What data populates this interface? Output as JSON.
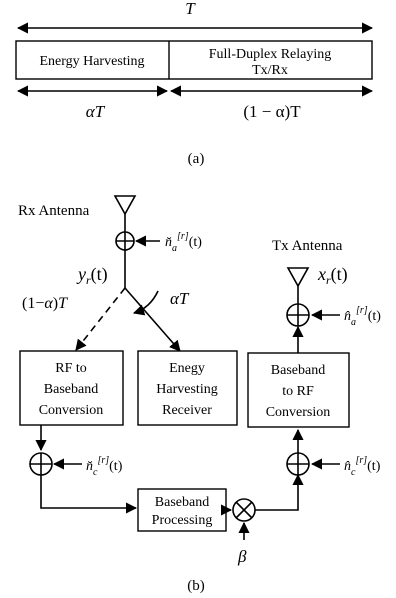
{
  "part_a": {
    "period_label": "T",
    "energy_harvesting_label": "Energy Harvesting",
    "relaying_label_line1": "Full-Duplex Relaying",
    "relaying_label_line2": "Tx/Rx",
    "alpha_label": "αT",
    "one_minus_alpha_label": "(1 − α)T",
    "caption": "(a)"
  },
  "part_b": {
    "rx_antenna_label": "Rx Antenna",
    "tx_antenna_label": "Tx Antenna",
    "noise_antenna_rx": "n̆a[r](t)",
    "noise_antenna_tx": "n̂a[r](t)",
    "noise_conv_rx": "n̆c[r](t)",
    "noise_conv_tx": "n̂c[r](t)",
    "received_signal": "yr(t)",
    "transmitted_signal": "xr(t)",
    "split_left_label": "(1−α)T",
    "split_right_label": "αT",
    "block_rf_to_bb": [
      "RF to",
      "Baseband",
      "Conversion"
    ],
    "block_energy": [
      "Enegy",
      "Harvesting",
      "Receiver"
    ],
    "block_bb_to_rf": [
      "Baseband",
      "to RF",
      "Conversion"
    ],
    "block_bb_proc": [
      "Baseband",
      "Processing"
    ],
    "gain_label": "β",
    "caption": "(b)"
  }
}
